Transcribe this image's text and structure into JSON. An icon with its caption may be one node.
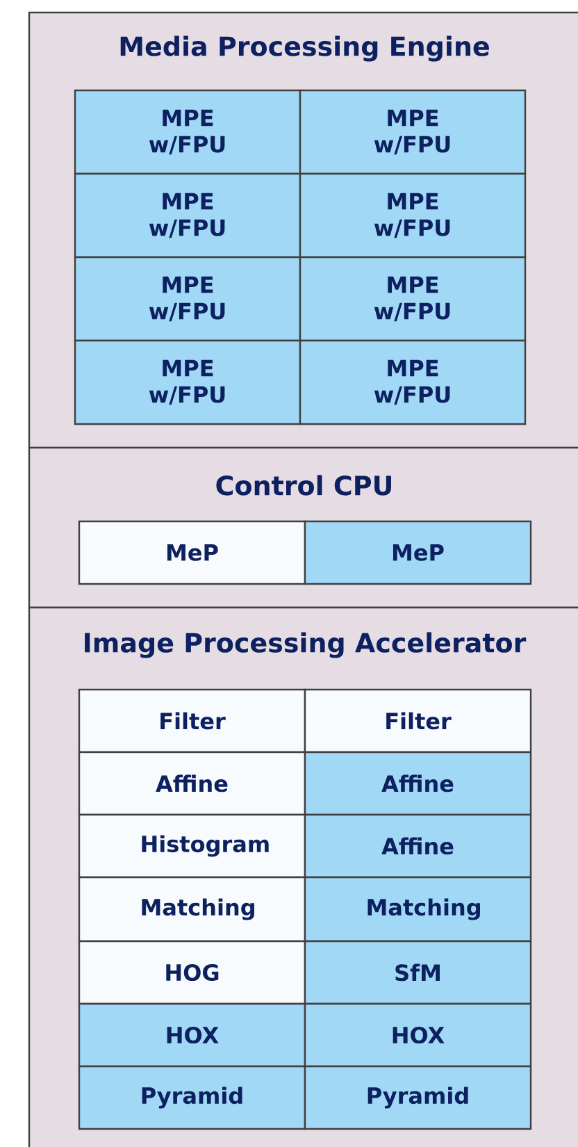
{
  "diagram": {
    "nodes": [
      {
        "text": [
          "Media Processing Engine"
        ]
      },
      {
        "text": [
          "MPE w/FPU"
        ],
        "in": 0
      },
      {
        "text": [
          "MPE w/FPU"
        ],
        "in": 0
      },
      {
        "text": [
          "MPE w/FPU"
        ],
        "in": 0
      },
      {
        "text": [
          "MPE w/FPU"
        ],
        "in": 0
      },
      {
        "text": [
          "MPE w/FPU"
        ],
        "in": 0
      },
      {
        "text": [
          "MPE w/FPU"
        ],
        "in": 0
      },
      {
        "text": [
          "MPE w/FPU"
        ],
        "in": 0
      },
      {
        "text": [
          "MPE w/FPU"
        ],
        "in": 0
      },
      {
        "text": [
          "Control CPU"
        ]
      },
      {
        "text": [
          "MeP"
        ],
        "in": 9
      },
      {
        "text": [
          "MeP"
        ],
        "in": 9
      },
      {
        "text": [
          "Image Processing Accelerator"
        ]
      },
      {
        "text": [
          "Filter"
        ],
        "in": 12
      },
      {
        "text": [
          "Filter"
        ],
        "in": 12
      },
      {
        "text": [
          "Affine"
        ],
        "in": 12
      },
      {
        "text": [
          "Affine"
        ],
        "in": 12
      },
      {
        "text": [
          "Histogram"
        ],
        "in": 12
      },
      {
        "text": [
          "Affine"
        ],
        "in": 12
      },
      {
        "text": [
          "Matching"
        ],
        "in": 12
      },
      {
        "text": [
          "Matching"
        ],
        "in": 12
      },
      {
        "text": [
          "HOG"
        ],
        "in": 12
      },
      {
        "text": [
          "SfM"
        ],
        "in": 12
      },
      {
        "text": [
          "HOX"
        ],
        "in": 12
      },
      {
        "text": [
          "HOX"
        ],
        "in": 12
      },
      {
        "text": [
          "Pyramid"
        ],
        "in": 12
      },
      {
        "text": [
          "Pyramid"
        ],
        "in": 12
      }
    ]
  }
}
